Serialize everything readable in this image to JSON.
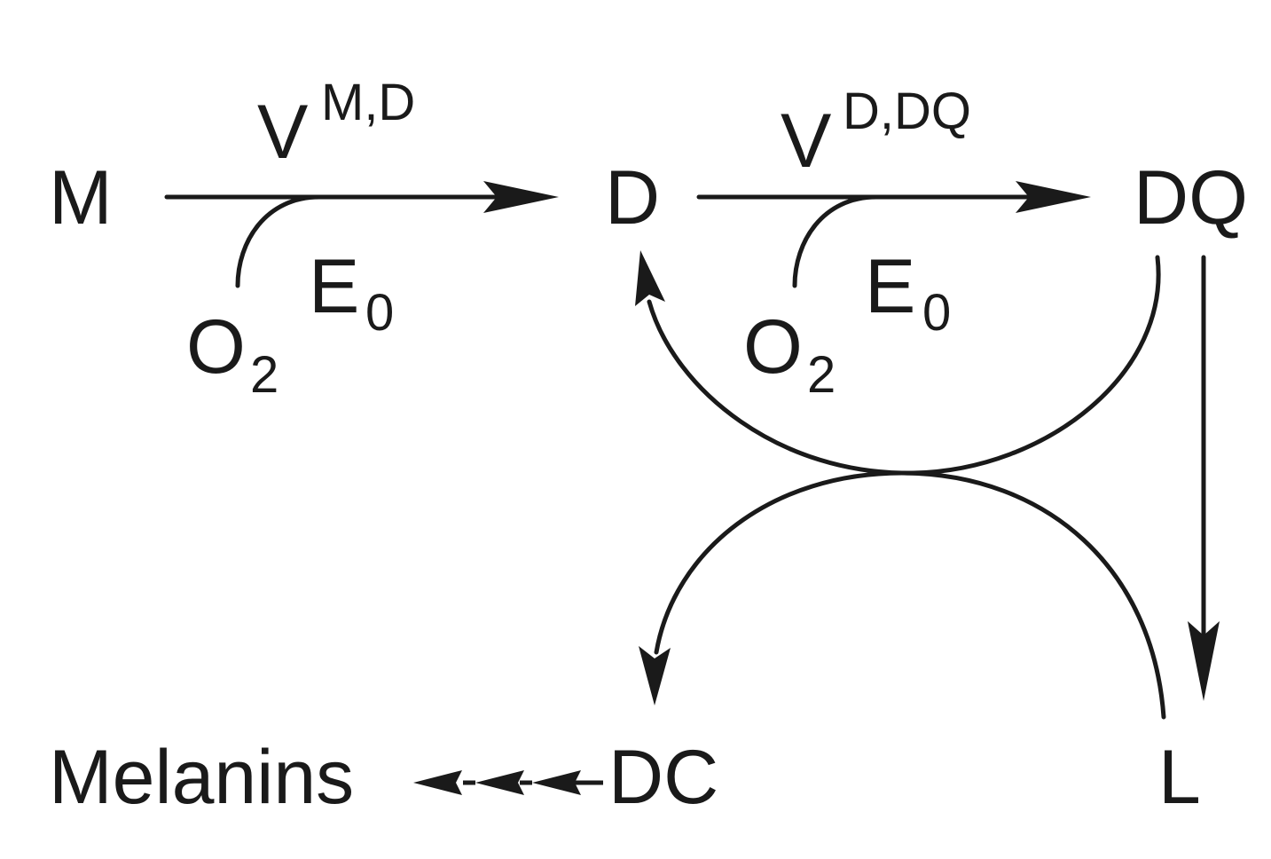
{
  "nodes": {
    "m": "M",
    "d": "D",
    "dq": "DQ",
    "dc": "DC",
    "l": "L",
    "melanins": "Melanins"
  },
  "reactions": {
    "m_to_d": {
      "rate_symbol": "V",
      "rate_superscript": "M,D",
      "oxygen": "O",
      "oxygen_subscript": "2",
      "enzyme": "E",
      "enzyme_subscript": "0"
    },
    "d_to_dq": {
      "rate_symbol": "V",
      "rate_superscript": "D,DQ",
      "oxygen": "O",
      "oxygen_subscript": "2",
      "enzyme": "E",
      "enzyme_subscript": "0"
    }
  },
  "colors": {
    "ink": "#1a1a1a",
    "background": "#ffffff"
  }
}
